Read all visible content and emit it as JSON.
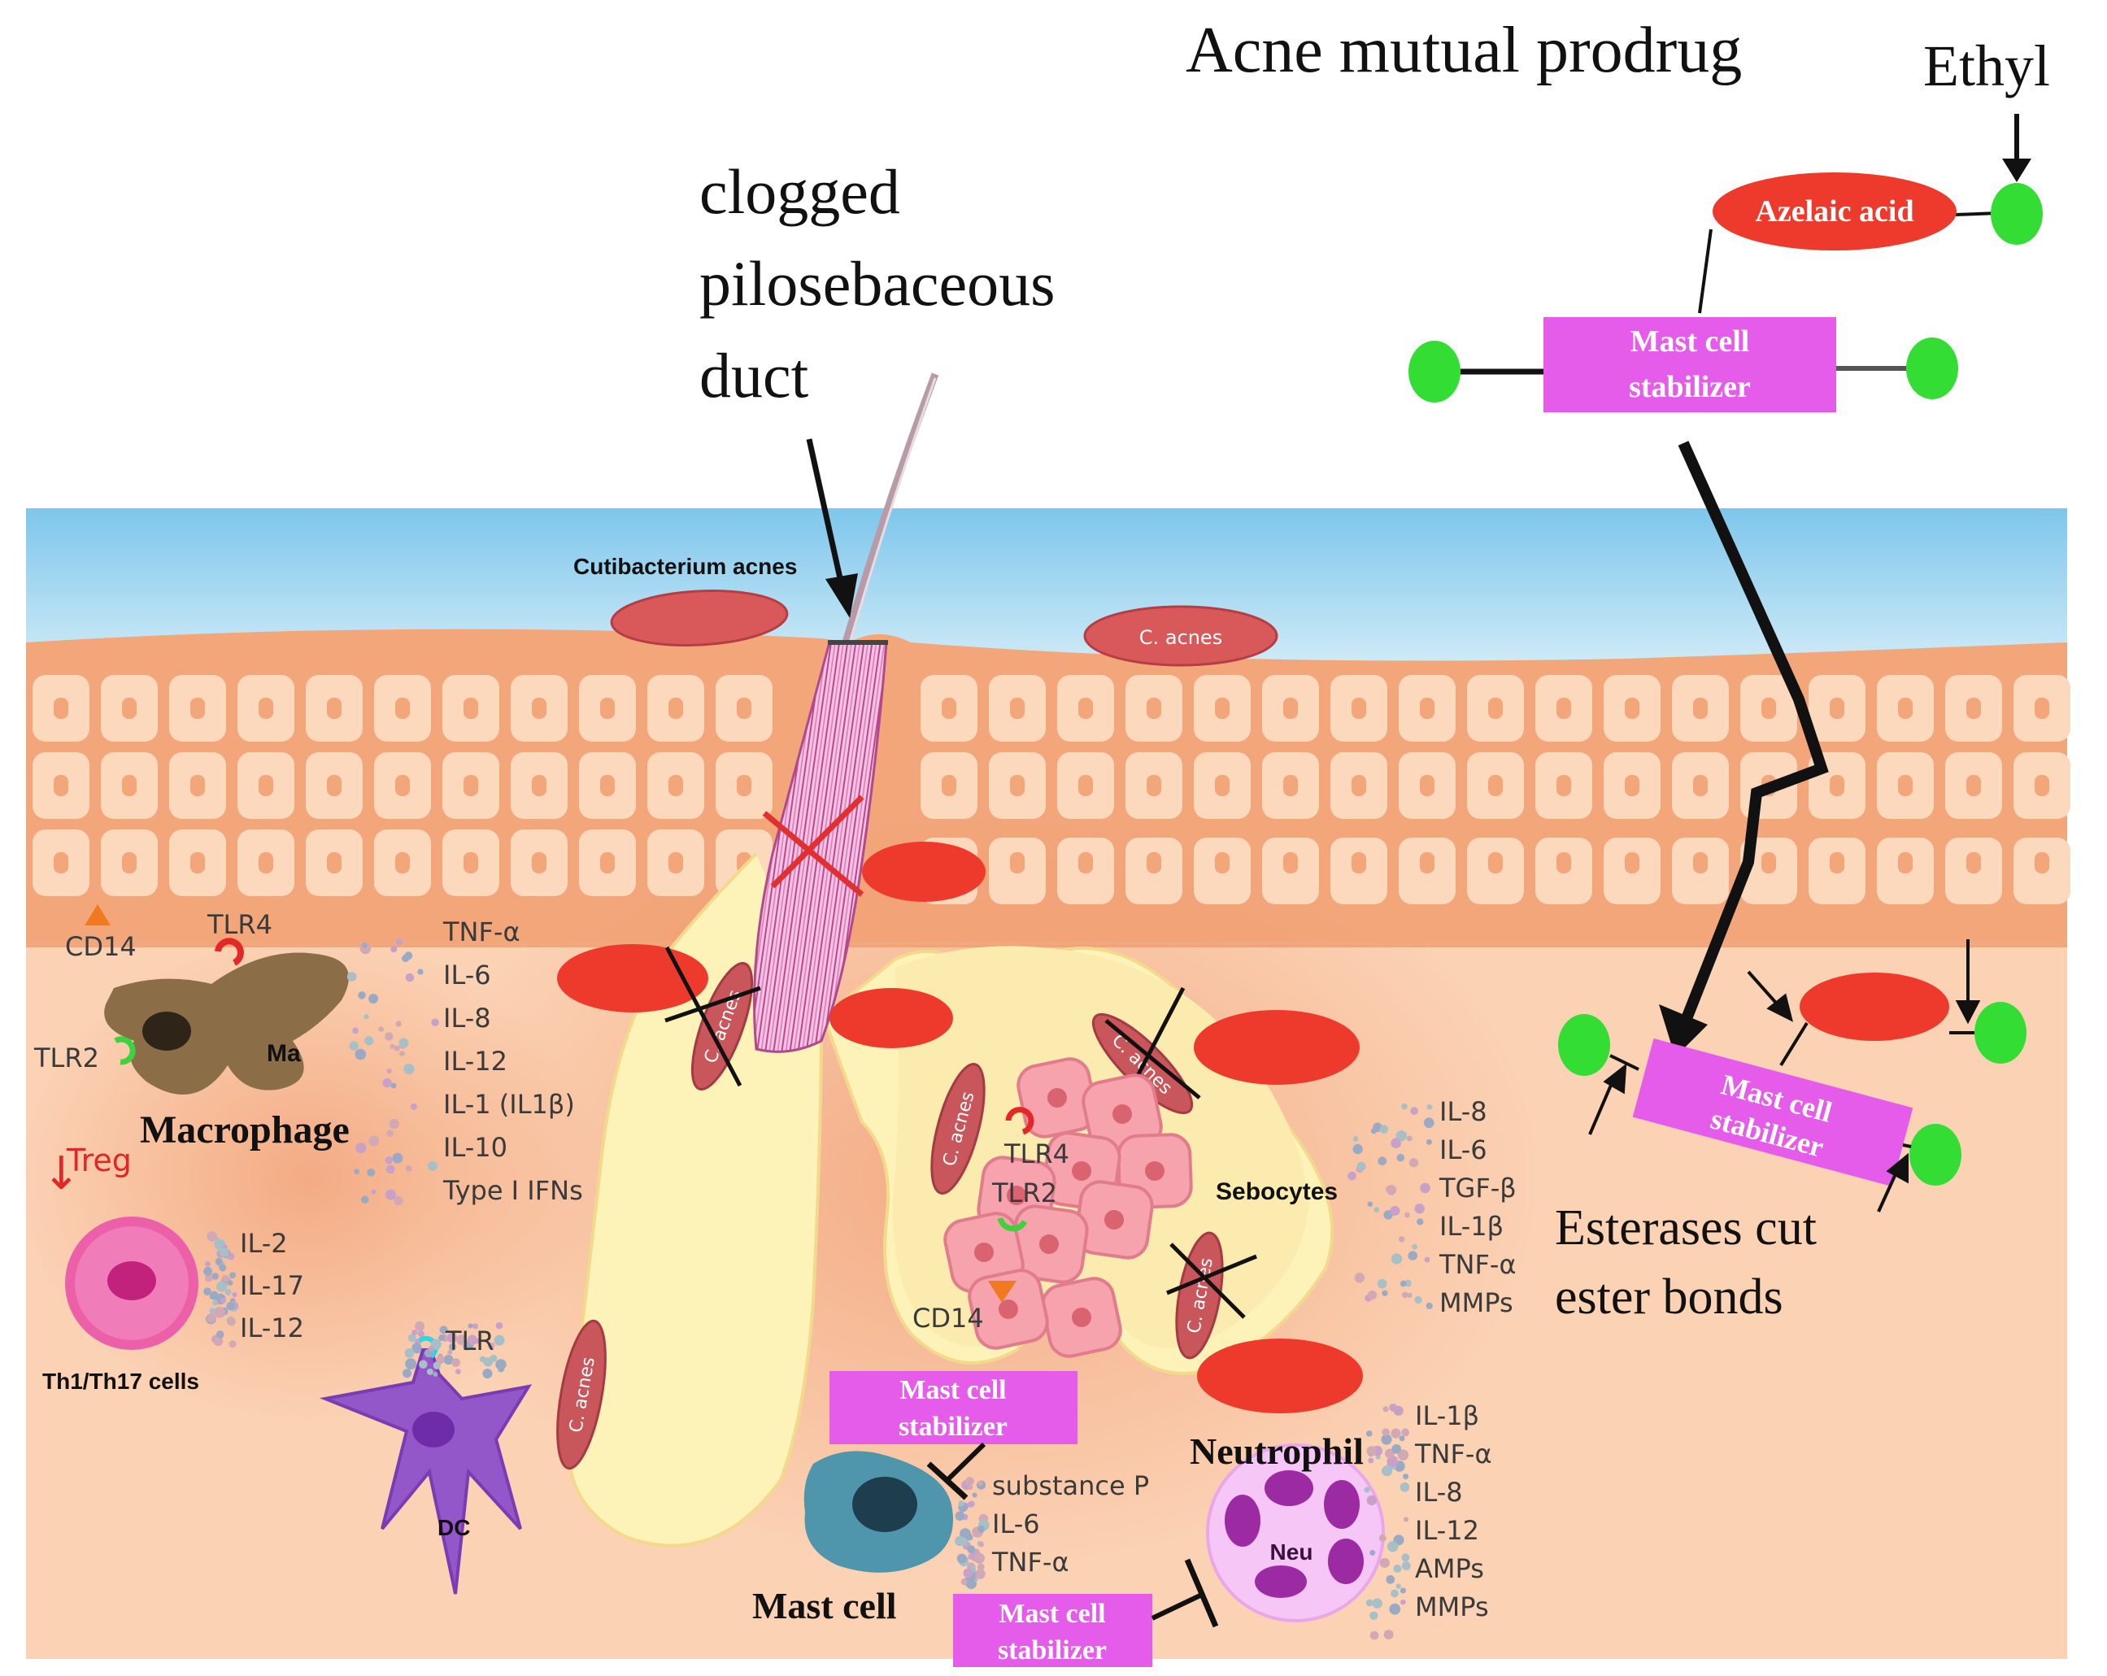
{
  "title": "Acne mutual prodrug",
  "labels": {
    "ethyl": "Ethyl",
    "azelaic_acid": "Azelaic acid",
    "mast_cell_stabilizer_line1": "Mast cell",
    "mast_cell_stabilizer_line2": "stabilizer",
    "clogged_duct_line1": "clogged",
    "clogged_duct_line2": "pilosebaceous",
    "clogged_duct_line3": "duct",
    "cutibacterium": "Cutibacterium acnes",
    "c_acnes": "C. acnes",
    "cd14": "CD14",
    "tlr4": "TLR4",
    "tlr2": "TLR2",
    "tlr": "TLR",
    "ma": "Ma",
    "macrophage": "Macrophage",
    "treg": "Treg",
    "th_cells": "Th1/Th17 cells",
    "dc": "DC",
    "sebocytes": "Sebocytes",
    "mast_cell": "Mast cell",
    "neutrophil": "Neutrophil",
    "neu": "Neu",
    "esterases_line1": "Esterases cut",
    "esterases_line2": "ester bonds"
  },
  "cytokines": {
    "macrophage": [
      "TNF-α",
      "IL-6",
      "IL-8",
      "IL-12",
      "IL-1 (IL1β)",
      "IL-10",
      "Type I IFNs"
    ],
    "th_cells": [
      "IL-2",
      "IL-17",
      "IL-12"
    ],
    "sebocytes": [
      "IL-8",
      "IL-6",
      "TGF-β",
      "IL-1β",
      "TNF-α",
      "MMPs"
    ],
    "mast_cell": [
      "substance P",
      "IL-6",
      "TNF-α"
    ],
    "neutrophil": [
      "IL-1β",
      "TNF-α",
      "IL-8",
      "IL-12",
      "AMPs",
      "MMPs"
    ]
  },
  "colors": {
    "sky": "#7ec6ec",
    "skin": "#f2a67a",
    "dermis": "#fbd2b4",
    "cell_fill": "#fcd8bd",
    "bacteria_red": "#ee3a2c",
    "bacteria_pink": "#d9595a",
    "gland": "#fdf2b8",
    "sebocyte": "#f6a3ad",
    "stabilizer_magenta": "#e55cea",
    "ethyl_green": "#33dd33",
    "macrophage": "#8b6d48",
    "th_cell": "#ec5fa9",
    "dc": "#9457c9",
    "mast_cell": "#4f96ad",
    "neutrophil": "#9c2ba3",
    "neutrophil_halo": "#f6c7f6"
  }
}
